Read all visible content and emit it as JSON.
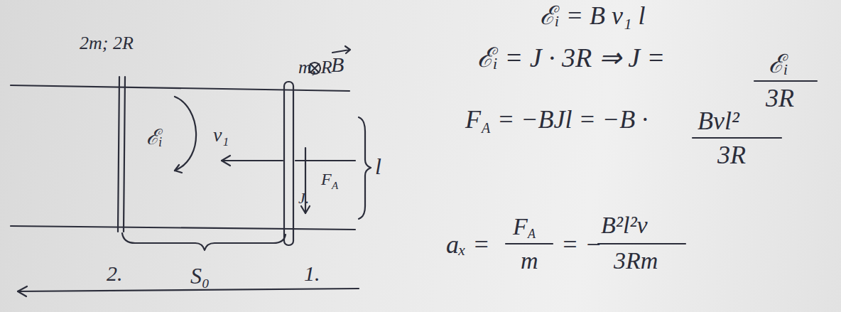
{
  "diagram": {
    "labels": [
      "2m; 2R",
      "m, R",
      "B",
      "v₁",
      "ℰᵢ",
      "l",
      "F",
      "A",
      "J.",
      "2.",
      "S₀",
      "1.",
      "ℰᵢ = B v₁ l",
      "ℰᵢ = J · 3R ⇒ J =",
      "ℰᵢ",
      "3R",
      "F",
      "A",
      "= −BJl = −B ·",
      "Bvl²",
      "3R",
      "aₓ =",
      "F",
      "A",
      "m",
      "= −",
      "B²l²v",
      "3Rm"
    ]
  }
}
